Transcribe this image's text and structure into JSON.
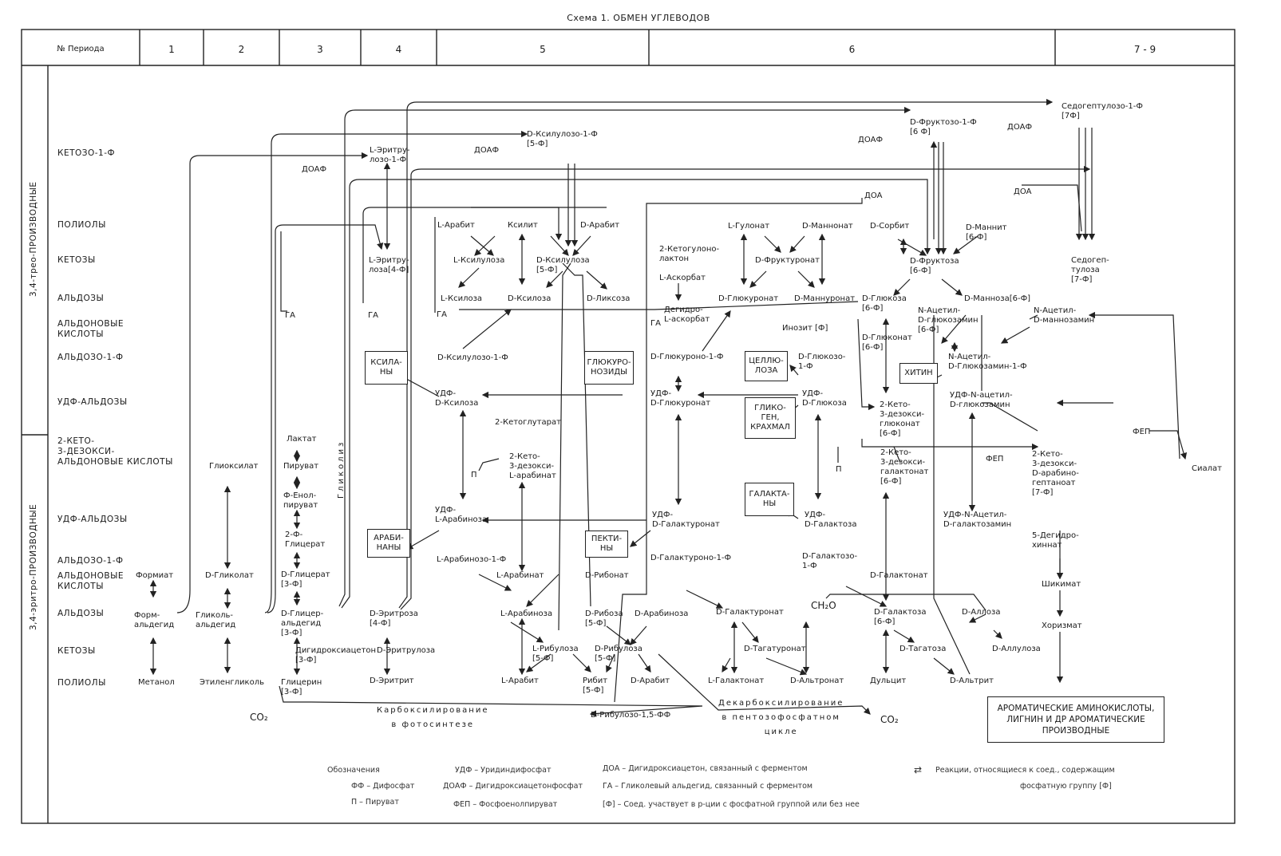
{
  "title": "Схема 1. ОБМЕН УГЛЕВОДОВ",
  "header": {
    "period_label": "№ Периода",
    "periods": [
      "1",
      "2",
      "3",
      "4",
      "5",
      "6",
      "7 - 9"
    ]
  },
  "side": {
    "top": "3,4-трео-ПРОИЗВОДНЫЕ",
    "bottom": "3,4-эритро-ПРОИЗВОДНЫЕ"
  },
  "rows": {
    "ketozo": "КЕТОЗО-1-Ф",
    "poliols_top": "ПОЛИОЛЫ",
    "ketozy_top": "КЕТОЗЫ",
    "aldozy_top": "АЛЬДОЗЫ",
    "aldon_top": "АЛЬДОНОВЫЕ\nКИСЛОТЫ",
    "aldozo_top": "АЛЬДОЗО-1-Ф",
    "udf_top": "УДФ-АЛЬДОЗЫ",
    "keto": "2-КЕТО-\n3-ДЕЗОКСИ-\nАЛЬДОНОВЫЕ КИСЛОТЫ",
    "udf_bot": "УДФ-АЛЬДОЗЫ",
    "aldozo_bot": "АЛЬДОЗО-1-Ф",
    "aldon_bot": "АЛЬДОНОВЫЕ\nКИСЛОТЫ",
    "aldozy_bot": "АЛЬДОЗЫ",
    "ketozy_bot": "КЕТОЗЫ",
    "poliols_bot": "ПОЛИОЛЫ"
  },
  "nodes": {
    "l_eritrulozo_1f": "L-Эритру-\nлозо-1-Ф",
    "d_ksilulozo_1f": "D-Ксилулозо-1-Ф\n[5-Ф]",
    "d_fruktozo_1f": "D-Фруктозо-1-Ф\n[6 Ф]",
    "sedogeptulozo_1f": "Седогептулозо-1-Ф\n[7Ф]",
    "l_arabit": "L-Арабит",
    "ksilit": "Ксилит",
    "d_arabit_top": "D-Арабит",
    "l_gulonat": "L-Гулонат",
    "d_mannonat": "D-Маннонат",
    "d_sorbit": "D-Сорбит",
    "d_mannit": "D-Маннит\n[6-Ф]",
    "l_eritruloza": "L-Эритру-\nлоза[4-Ф]",
    "l_ksiluloza": "L-Ксилулоза",
    "d_ksiluloza": "D-Ксилулоза\n[5-Ф]",
    "keto_gulono": "2-Кетогулоно-\nлактон",
    "d_fruktouronat": "D-Фруктуронат",
    "d_fruktoza": "D-Фруктоза\n[6-Ф]",
    "sedogeptuloza": "Седогеп-\nтулоза\n[7-Ф]",
    "l_askorbat": "L-Аскорбат",
    "l_ksiloza": "L-Ксилоза",
    "d_ksiloza": "D-Ксилоза",
    "d_liksoza": "D-Ликсоза",
    "degidro": "Дегидро-\nL-аскорбат",
    "d_glyukuronat": "D-Глюкуронат",
    "d_mannuronat": "D-Маннуронат",
    "d_glyukoza_top": "D-Глюкоза\n[6-Ф]",
    "n_acetil_glyukozamin": "N-Ацетил-\nD-глюкозамин\n[6-Ф]",
    "d_mannoza": "D-Манноза[6-Ф]",
    "n_acetil_mannozamin": "N-Ацетил-\nD-маннозамин",
    "inozit": "Инозит [Ф]",
    "d_glyukonat": "D-Глюконат\n[6-Ф]",
    "d_ksilulozo_1f_b": "D-Ксилулозо-1-Ф",
    "d_glyukurono_1f": "D-Глюкуроно-1-Ф",
    "d_glyukozo_1f": "D-Глюкозо-\n1-Ф",
    "n_acetil_glyukozamin_1f": "N-Ацетил-\nD-Глюкозамин-1-Ф",
    "udf_ksiloza": "УДФ-\nD-Ксилоза",
    "udf_glyukuronat": "УДФ-\nD-Глюкуронат",
    "udf_glyukoza": "УДФ-\nD-Глюкоза",
    "udf_n_acetil": "УДФ-N-ацетил-\nD-глюкозамин",
    "keto_glyukonat": "2-Кето-\n3-дезокси-\nглюконат\n[6-Ф]",
    "keto_glutarat": "2-Кетоглутарат",
    "laktat": "Лактат",
    "piruvat": "Пируват",
    "glioksilat": "Глиоксилат",
    "keto_arabinat": "2-Кето-\n3-дезокси-\nL-арабинат",
    "keto_galaktonat": "2-Кето-\n3-дезокси-\nгалактонат\n[6-Ф]",
    "keto_arabino_geptanoat": "2-Кето-\n3-дезокси-\nD-арабино-\nгептаноат\n[7-Ф]",
    "sialat": "Сиалат",
    "f_enolpiruvat": "Ф-Енол-\nпируват",
    "udf_arabinoza": "УДФ-\nL-Арабиноза",
    "udf_galakturonat": "УДФ-\nD-Галактуронат",
    "udf_galaktoza": "УДФ-\nD-Галактоза",
    "udf_n_acetil_gal": "УДФ-N-Ацетил-\nD-галактозамин",
    "f2_glicerat": "2-Ф-\nГлицерат",
    "l_arabinozo_1f": "L-Арабинозо-1-Ф",
    "d_galakturono_1f": "D-Галактуроно-1-Ф",
    "d_galaktozo_1f": "D-Галактозо-\n1-Ф",
    "degidro_hinat": "5-Дегидро-\nхиннат",
    "formiat": "Формиат",
    "d_glikolat": "D-Гликолат",
    "d_glicerat": "D-Глицерат\n[3-Ф]",
    "l_arabinat": "L-Арабинат",
    "d_ribonat": "D-Рибонат",
    "d_galaktonat": "D-Галактонат",
    "shikimat": "Шикимат",
    "formaldegid": "Форм-\nальдегид",
    "glikolaldegid": "Гликоль-\nальдегид",
    "d_gliceraldegid": "D-Глицер-\nальдегид\n[3-Ф]",
    "d_eritroza": "D-Эритроза\n[4-Ф]",
    "l_arabinoza": "L-Арабиноза",
    "d_riboza": "D-Рибоза\n[5-Ф]",
    "d_arabinoza": "D-Арабиноза",
    "d_galakturonat": "D-Галактуронат",
    "ch2o": "CH₂O",
    "d_galaktoza": "D-Галактоза\n[6-Ф]",
    "d_alloza": "D-Аллоза",
    "horizmat": "Хоризмат",
    "digidroksiaceton": "Дигидроксиацетон\n[3-Ф]",
    "d_eritruloza": "D-Эритрулоза",
    "l_ribuloza": "L-Рибулоза\n[5-Ф]",
    "d_ribuloza": "D-Рибулоза\n[5-Ф]",
    "d_tagaturonat": "D-Тагатуронат",
    "d_tagatoza": "D-Тагатоза",
    "d_alluloza": "D-Аллулоза",
    "metanol": "Метанол",
    "etilenglikol": "Этиленгликоль",
    "glicerin": "Глицерин\n[3-Ф]",
    "d_eritrit": "D-Эритрит",
    "l_arabit_b": "L-Арабит",
    "ribit": "Рибит\n[5-Ф]",
    "d_arabit_b": "D-Арабит",
    "l_galaktonat": "L-Галактонат",
    "d_altronat": "D-Альтронат",
    "dulcit": "Дульцит",
    "d_altrit": "D-Альтрит",
    "d_ribulozo_ff": "D-Рибулозо-1,5-ФФ",
    "co2_left": "CO₂",
    "co2_right": "CO₂",
    "karboks": "Карбоксилирование\nв фотосинтезе",
    "dekarboks": "Декарбоксилирование\nв пентозофосфатном\nцикле",
    "glikoliz": "Гликолиз",
    "doaf_1": "ДОАФ",
    "doaf_2": "ДОАФ",
    "doaf_3": "ДОАФ",
    "doaf_4": "ДОАФ",
    "doa_1": "ДОА",
    "doa_2": "ДОА",
    "ga_1": "ГА",
    "ga_2": "ГА",
    "ga_3": "ГА",
    "ga_4": "ГА",
    "fep_1": "ФЕП",
    "fep_2": "ФЕП",
    "p_1": "П",
    "p_2": "П",
    "p_3": "П"
  },
  "boxes": {
    "ksilany": "КСИЛА-\nНЫ",
    "glyukuronozidy": "ГЛЮКУРО-\nНОЗИДЫ",
    "cellyuloza": "ЦЕЛЛЮ-\nЛОЗА",
    "hitin": "ХИТИН",
    "glikogen": "ГЛИКО-\nГЕН,\nКРАХМАЛ",
    "galaktany": "ГАЛАКТА-\nНЫ",
    "arabinany": "АРАБИ-\nНАНЫ",
    "pektiny": "ПЕКТИ-\nНЫ",
    "aromatic": "АРОМАТИЧЕСКИЕ АМИНОКИСЛОТЫ,\nЛИГНИН И ДР АРОМАТИЧЕСКИЕ\nПРОИЗВОДНЫЕ"
  },
  "legend": {
    "heading": "Обозначения",
    "ff": "ФФ – Дифосфат",
    "p": "П – Пируват",
    "udf": "УДФ – Уридиндифосфат",
    "doaf": "ДОАФ – Дигидроксиацетонфосфат",
    "fep": "ФЕП – Фосфоенолпируват",
    "doa": "ДОА – Дигидроксиацетон, связанный с ферментом",
    "ga": "ГА – Гликолевый альдегид, связанный с ферментом",
    "phi": "[Ф] – Соед. участвует в р-ции с фосфатной группой или без нее",
    "arrows": "Реакции, относящиеся к соед., содержащим",
    "arrows2": "фосфатную группу [Ф]"
  }
}
